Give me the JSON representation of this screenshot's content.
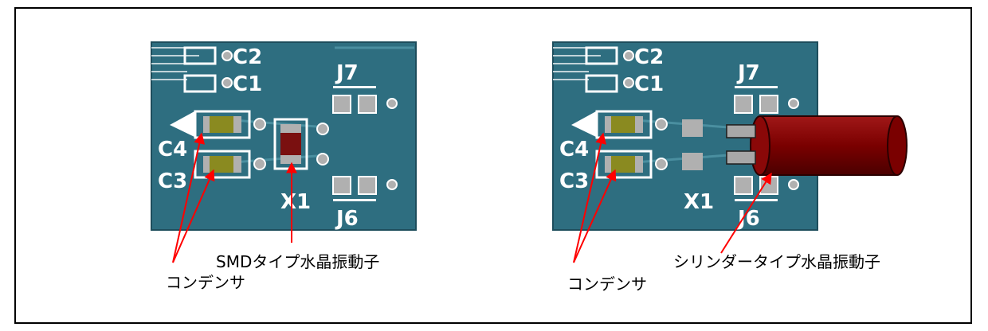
{
  "panels": [
    {
      "id": "left",
      "board_labels": [
        "C2",
        "C1",
        "J7",
        "C4",
        "C3",
        "X1",
        "J6"
      ],
      "crystal_label": "SMDタイプ水晶振動子",
      "capacitor_label": "コンデンサ"
    },
    {
      "id": "right",
      "board_labels": [
        "C2",
        "C1",
        "J7",
        "C4",
        "C3",
        "X1",
        "J6"
      ],
      "crystal_label": "シリンダータイプ水晶振動子",
      "capacitor_label": "コンデンサ"
    }
  ],
  "colors": {
    "pcb": "#2e6e80",
    "pcb_dark": "#1d4d5c",
    "silkscreen": "#ffffff",
    "pad": "#b0b0b0",
    "capacitor_body": "#8a8a20",
    "smd_crystal": "#7a1010",
    "cylinder_crystal": "#7a0000",
    "arrow": "#ff0000"
  }
}
